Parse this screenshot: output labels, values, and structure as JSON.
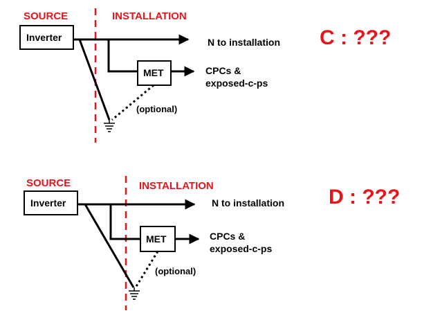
{
  "colors": {
    "accent": "#e8141c",
    "line": "#000000",
    "background": "#ffffff"
  },
  "diagrams": [
    {
      "source_label": "SOURCE",
      "installation_label": "INSTALLATION",
      "box_label": "Inverter",
      "met_label": "MET",
      "neutral_label": "N to installation",
      "cpc_label_line1": "CPCs &",
      "cpc_label_line2": "exposed-c-ps",
      "optional_label": "(optional)",
      "question": "C : ???"
    },
    {
      "source_label": "SOURCE",
      "installation_label": "INSTALLATION",
      "box_label": "Inverter",
      "met_label": "MET",
      "neutral_label": "N to installation",
      "cpc_label_line1": "CPCs &",
      "cpc_label_line2": "exposed-c-ps",
      "optional_label": "(optional)",
      "question": "D : ???"
    }
  ],
  "icons": [
    "earth-symbol-icon",
    "arrow-right-icon"
  ]
}
